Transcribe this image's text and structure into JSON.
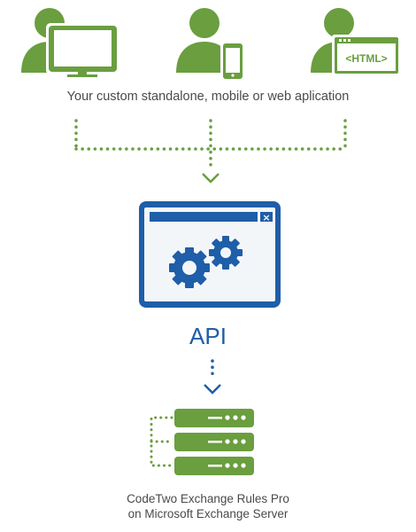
{
  "colors": {
    "green": "#6a9e3f",
    "green_light": "#80b24c",
    "blue": "#1f5ea8",
    "blue_window_bg": "#f3f6f9",
    "text": "#4a4a4a"
  },
  "icons": [
    "desktop-user-icon",
    "mobile-user-icon",
    "web-user-icon",
    "api-window-icon",
    "gears-icon",
    "server-stack-icon"
  ],
  "clients": {
    "caption": "Your custom standalone, mobile or web aplication",
    "web_badge_text": "<HTML>"
  },
  "api": {
    "label": "API",
    "close_glyph": "×"
  },
  "server": {
    "caption_line1": "CodeTwo Exchange Rules Pro",
    "caption_line2": "on Microsoft Exchange Server"
  }
}
